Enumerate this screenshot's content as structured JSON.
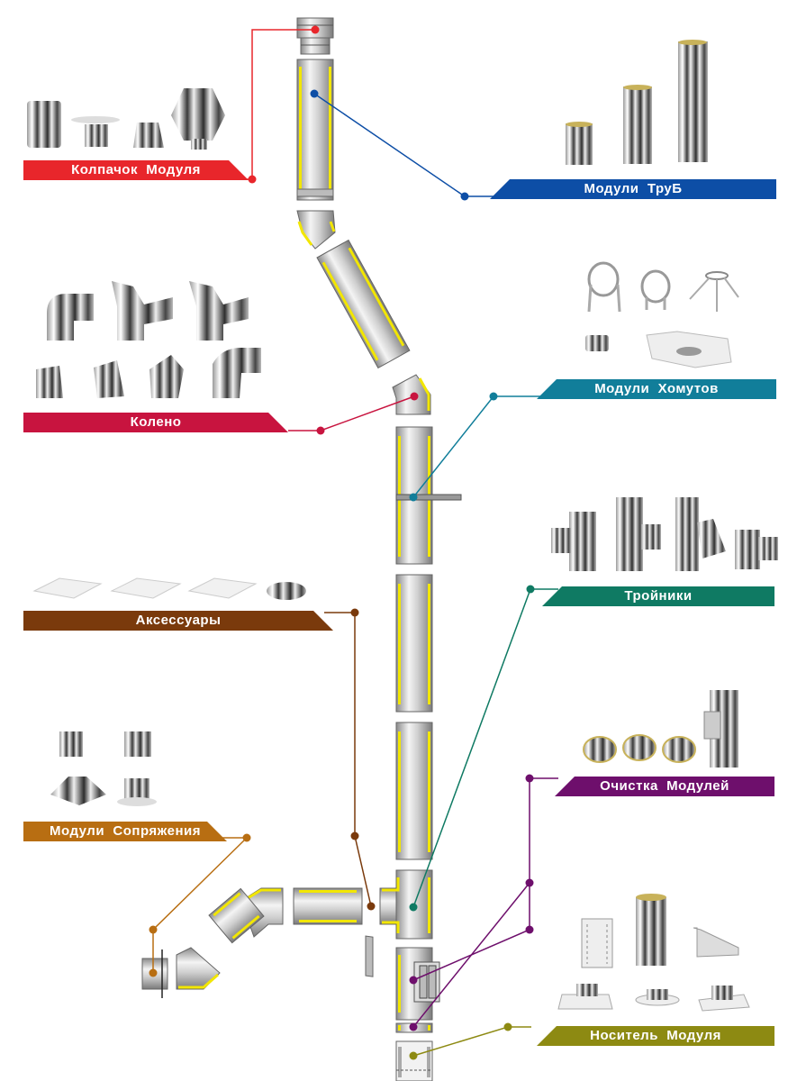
{
  "title": "Chimney modular system diagram",
  "colors": {
    "insulation": "#f2e600",
    "steel_dark": "#7d7d7d",
    "steel_light": "#e8e8e8"
  },
  "categories": [
    {
      "id": "cap",
      "label": "Колпачок  Модуля",
      "color": "#e8262b",
      "side": "left",
      "product_count": 4
    },
    {
      "id": "pipes",
      "label": "Модули  ТруБ",
      "color": "#0d4ea6",
      "side": "right",
      "product_count": 3
    },
    {
      "id": "elbow",
      "label": "Колено",
      "color": "#c8143f",
      "side": "left",
      "product_count": 7
    },
    {
      "id": "clamps",
      "label": "Модули  Хомутов",
      "color": "#117e9a",
      "side": "right",
      "product_count": 5
    },
    {
      "id": "tees",
      "label": "Тройники",
      "color": "#0f7a63",
      "side": "right",
      "product_count": 4
    },
    {
      "id": "accessories",
      "label": "Аксессуары",
      "color": "#7a3a0c",
      "side": "left",
      "product_count": 4
    },
    {
      "id": "cleaning",
      "label": "Очистка  Модулей",
      "color": "#6e0f6c",
      "side": "right",
      "product_count": 4
    },
    {
      "id": "adapters",
      "label": "Модули  Сопряжения",
      "color": "#b86e12",
      "side": "left",
      "product_count": 4
    },
    {
      "id": "support",
      "label": "Носитель  Модуля",
      "color": "#8d8a12",
      "side": "right",
      "product_count": 6
    }
  ]
}
